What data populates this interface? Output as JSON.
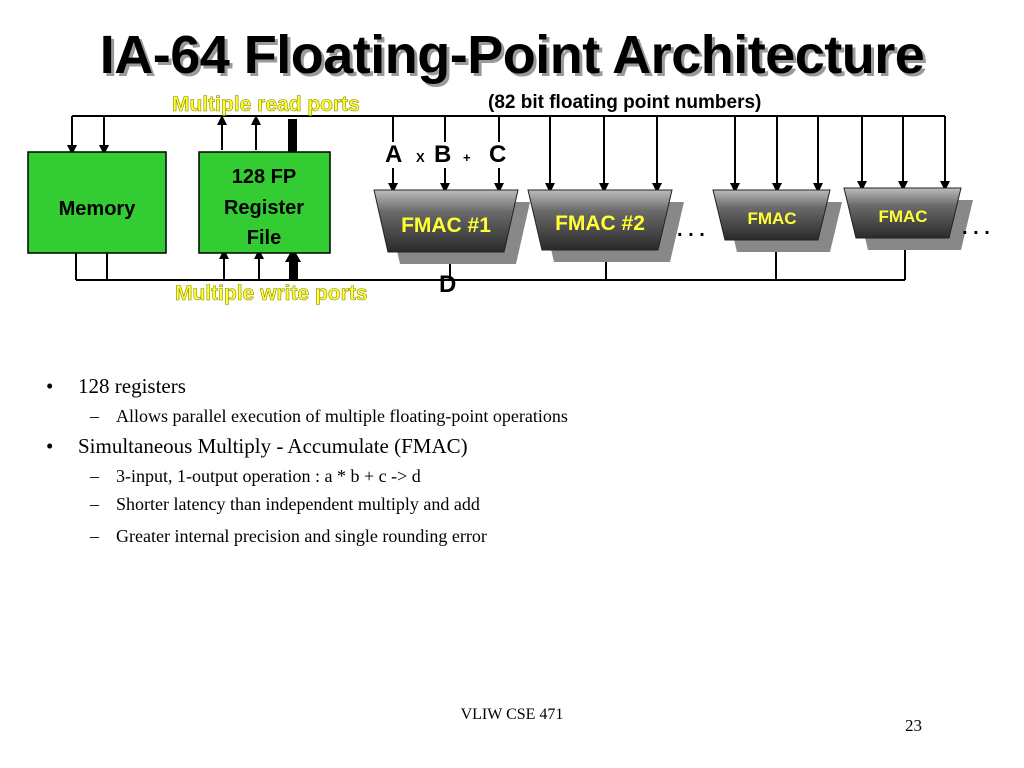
{
  "slide": {
    "title": "IA-64 Floating-Point Architecture",
    "footer": "VLIW CSE 471",
    "page_number": "23"
  },
  "diagram": {
    "read_ports_label": "Multiple read ports",
    "write_ports_label": "Multiple write ports",
    "number_format_label": "(82 bit floating point numbers)",
    "memory_label": "Memory",
    "register_file_label": [
      "128 FP",
      "Register",
      "File"
    ],
    "operand_a": "A",
    "op_multiply": "X",
    "operand_b": "B",
    "op_plus": "+",
    "operand_c": "C",
    "result_d": "D",
    "fmac_units": [
      "FMAC #1",
      "FMAC #2",
      "FMAC",
      "FMAC"
    ],
    "ellipsis": ". . .",
    "colors": {
      "box_fill": "#33cc33",
      "label_yellow": "#ffff33",
      "fmac_dark": "#3a3a3a"
    }
  },
  "bullets": [
    {
      "text": "128 registers",
      "sub": [
        "Allows parallel execution of multiple floating-point operations"
      ]
    },
    {
      "text": "Simultaneous Multiply - Accumulate (FMAC)",
      "sub": [
        "3-input, 1-output operation : a * b + c -> d",
        "Shorter latency than independent multiply and add",
        "Greater internal precision and single rounding error"
      ]
    }
  ]
}
